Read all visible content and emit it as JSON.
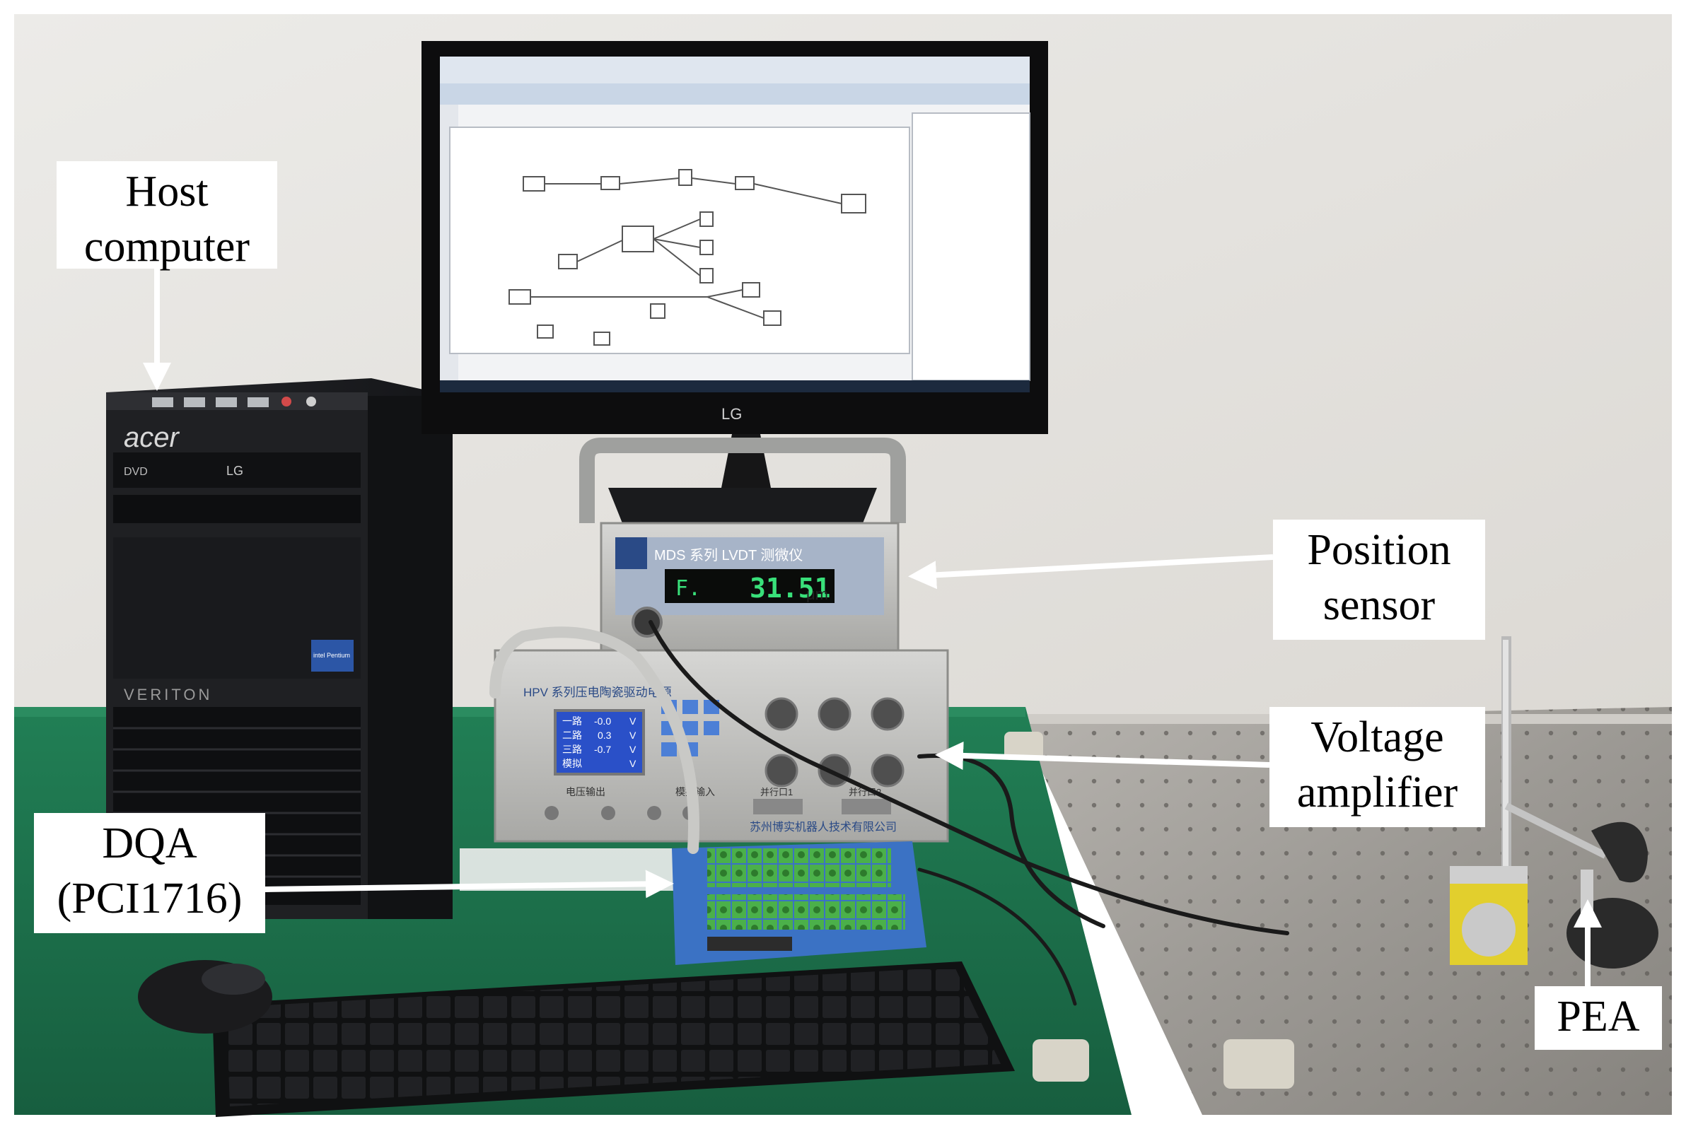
{
  "labels": {
    "host_computer": {
      "line1": "Host",
      "line2": "computer"
    },
    "position_sensor": {
      "line1": "Position",
      "line2": "sensor"
    },
    "voltage_amplifier": {
      "line1": "Voltage",
      "line2": "amplifier"
    },
    "dqa": {
      "line1": "DQA",
      "line2": "(PCI1716)"
    },
    "pea": "PEA"
  },
  "equipment_text": {
    "pc_brand": "acer",
    "pc_model": "VERITON",
    "drive_brand": "LG",
    "drive_type": "DVD",
    "cpu_badge": "intel Pentium",
    "monitor_brand": "LG",
    "sensor_title": "MDS 系列 LVDT 测微仪",
    "sensor_mode": "F.",
    "sensor_reading": "31.51",
    "sensor_unit": "μm",
    "amp_title": "HPV 系列压电陶瓷驱动电源",
    "amp_lcd_rows": [
      {
        "ch": "一路",
        "val": "-0.0",
        "unit": "V"
      },
      {
        "ch": "二路",
        "val": "0.3",
        "unit": "V"
      },
      {
        "ch": "三路",
        "val": "-0.7",
        "unit": "V"
      },
      {
        "ch": "模拟",
        "val": "",
        "unit": "V"
      }
    ],
    "amp_company": "苏州博实机器人技术有限公司",
    "amp_port_left": "电压输出",
    "amp_port_mid": "模拟输入",
    "amp_port_1": "并行口1",
    "amp_port_2": "并行口2"
  },
  "colors": {
    "wall": "#e9e7e3",
    "desk_green": "#1f7a52",
    "optical_table": "#a9a6a1",
    "pc_case": "#1c1d20",
    "arrow": "#ffffff",
    "sensor_digits": "#39e07a",
    "amp_lcd": "#2a50c8"
  }
}
